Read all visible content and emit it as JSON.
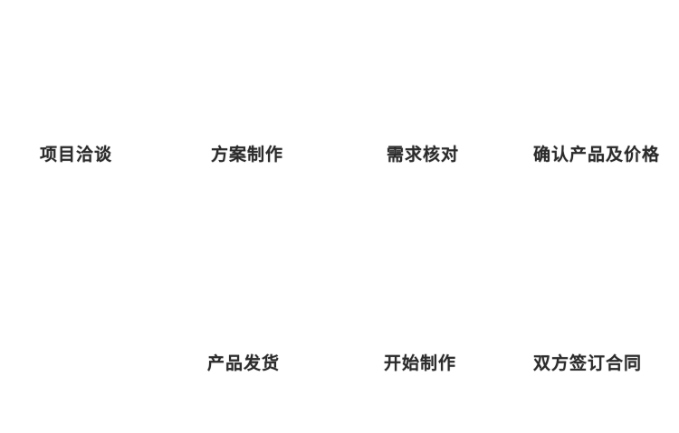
{
  "diagram": {
    "background_color": "#ffffff",
    "label_color": "#2b2b2b"
  },
  "flow": {
    "top_row": [
      {
        "label": "项目洽谈"
      },
      {
        "label": "方案制作"
      },
      {
        "label": "需求核对"
      },
      {
        "label": "确认产品及价格"
      }
    ],
    "bottom_row": [
      {
        "label": "产品发货"
      },
      {
        "label": "开始制作"
      },
      {
        "label": "双方签订合同"
      }
    ]
  }
}
